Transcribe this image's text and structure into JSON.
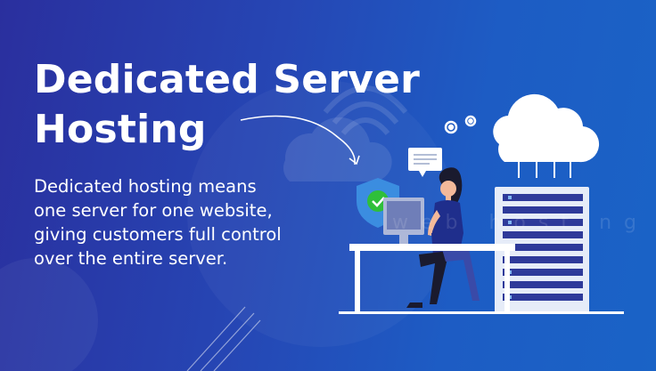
{
  "banner": {
    "title_line1": "Dedicated Server",
    "title_line2": "Hosting",
    "description_lines": [
      "Dedicated hosting means",
      "one server for one website,",
      "giving customers full control",
      "over the entire server."
    ],
    "watermark_text": "web hosting",
    "colors": {
      "background_start": "#2a2f9e",
      "background_end": "#1a63c6",
      "text": "#ffffff",
      "shield": "#3b8de0",
      "check": "#2fbf3a",
      "server_rack": "#e6ecf8",
      "server_slot": "#2e3a9a",
      "shirt": "#1f2e8c"
    },
    "icons": [
      "cloud-icon",
      "gear-icon",
      "shield-check-icon",
      "chat-bubble-icon",
      "wifi-icon",
      "monitor-icon",
      "server-rack-icon"
    ]
  }
}
